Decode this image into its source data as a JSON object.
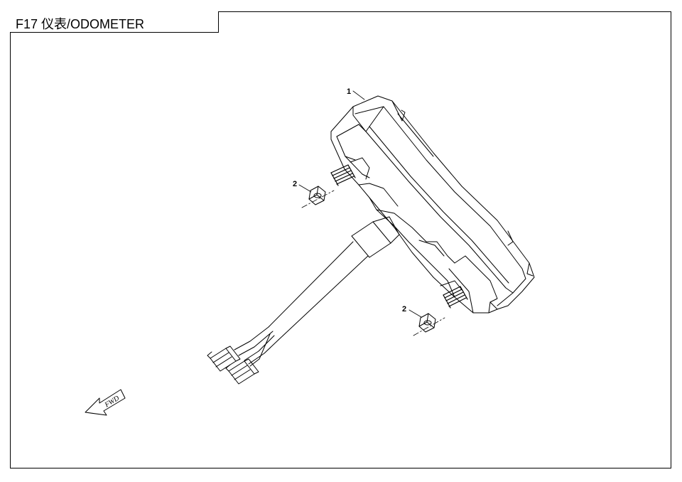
{
  "title": "F17 仪表/ODOMETER",
  "callouts": [
    {
      "id": "callout-1",
      "label": "1"
    },
    {
      "id": "callout-2a",
      "label": "2"
    },
    {
      "id": "callout-2b",
      "label": "2"
    }
  ],
  "fwd_label": "FWD"
}
